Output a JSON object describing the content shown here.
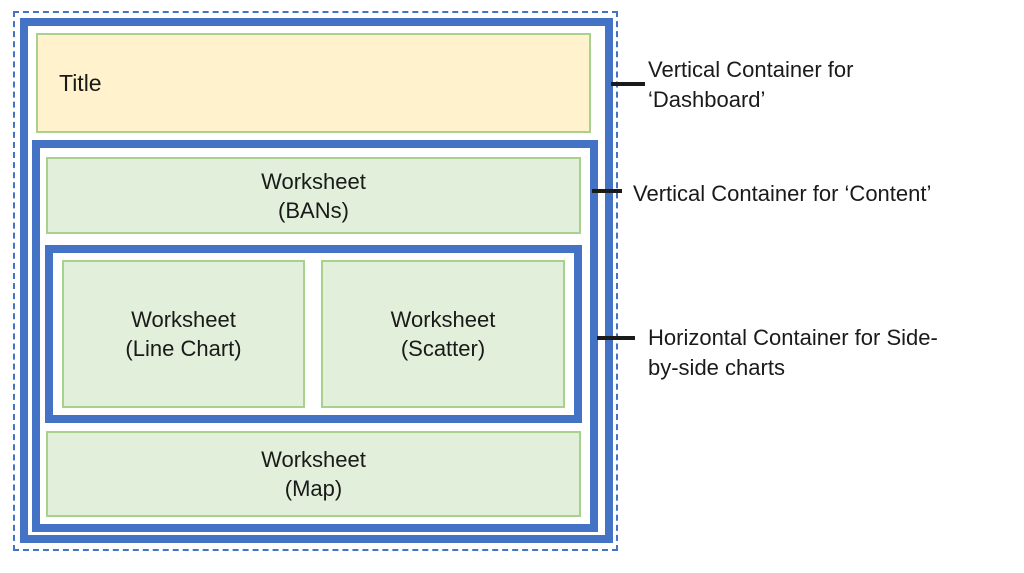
{
  "diagram": {
    "title_box": {
      "label": "Title"
    },
    "worksheets": [
      {
        "id": "bans",
        "line1": "Worksheet",
        "line2": "(BANs)"
      },
      {
        "id": "line-chart",
        "line1": "Worksheet",
        "line2": "(Line Chart)"
      },
      {
        "id": "scatter",
        "line1": "Worksheet",
        "line2": "(Scatter)"
      },
      {
        "id": "map",
        "line1": "Worksheet",
        "line2": "(Map)"
      }
    ],
    "annotations": [
      {
        "id": "dashboard",
        "lines": [
          "Vertical Container for",
          "‘Dashboard’"
        ]
      },
      {
        "id": "content",
        "lines": [
          "Vertical Container for ‘Content’"
        ]
      },
      {
        "id": "side-by-side",
        "lines": [
          "Horizontal Container for Side-",
          "by-side charts"
        ]
      }
    ],
    "colors": {
      "container_blue": "#4472C4",
      "outline_dash_blue": "#4472C4",
      "worksheet_fill": "#E2EFDA",
      "worksheet_border": "#A9D18E",
      "title_fill": "#FFF2CC",
      "title_border": "#A9D18E",
      "connector_black": "#1A1A1A",
      "text": "#1A1A1A"
    }
  }
}
